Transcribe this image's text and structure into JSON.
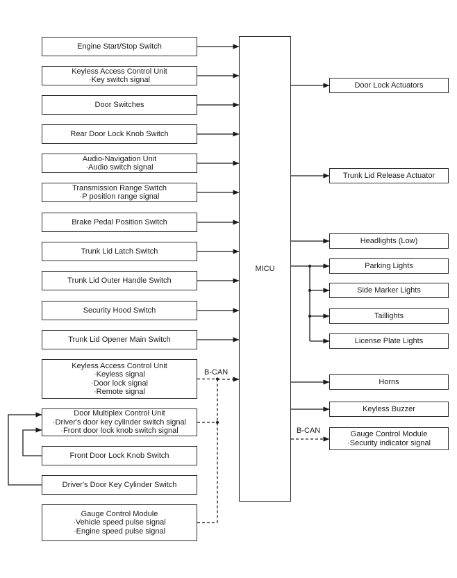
{
  "diagram": {
    "micu_label": "MICU",
    "bcan_label": "B-CAN",
    "inputs": [
      {
        "title": "Engine Start/Stop Switch",
        "signals": []
      },
      {
        "title": "Keyless Access Control Unit",
        "signals": [
          "·Key switch signal"
        ]
      },
      {
        "title": "Door Switches",
        "signals": []
      },
      {
        "title": "Rear Door Lock Knob Switch",
        "signals": []
      },
      {
        "title": "Audio-Navigation Unit",
        "signals": [
          "·Audio switch signal"
        ]
      },
      {
        "title": "Transmission Range Switch",
        "signals": [
          "·P position range signal"
        ]
      },
      {
        "title": "Brake Pedal Position Switch",
        "signals": []
      },
      {
        "title": "Trunk Lid Latch Switch",
        "signals": []
      },
      {
        "title": "Trunk Lid Outer Handle Switch",
        "signals": []
      },
      {
        "title": "Security Hood Switch",
        "signals": []
      },
      {
        "title": "Trunk Lid Opener Main Switch",
        "signals": []
      },
      {
        "title": "Keyless Access Control Unit",
        "signals": [
          "·Keyless signal",
          "·Door lock signal",
          "·Remote signal"
        ]
      },
      {
        "title": "Door Multiplex Control Unit",
        "signals": [
          "·Driver's door key cylinder switch signal",
          "·Front door lock knob switch signal"
        ]
      },
      {
        "title": "Front Door Lock Knob Switch",
        "signals": []
      },
      {
        "title": "Driver's Door Key Cylinder Switch",
        "signals": []
      },
      {
        "title": "Gauge Control Module",
        "signals": [
          "·Vehicle speed pulse signal",
          "·Engine speed pulse signal"
        ]
      }
    ],
    "outputs": [
      {
        "title": "Door Lock Actuators",
        "signals": []
      },
      {
        "title": "Trunk Lid Release Actuator",
        "signals": []
      },
      {
        "title": "Headlights (Low)",
        "signals": []
      },
      {
        "title": "Parking Lights",
        "signals": []
      },
      {
        "title": "Side Marker Lights",
        "signals": []
      },
      {
        "title": "Taillights",
        "signals": []
      },
      {
        "title": "License Plate Lights",
        "signals": []
      },
      {
        "title": "Horns",
        "signals": []
      },
      {
        "title": "Keyless Buzzer",
        "signals": []
      },
      {
        "title": "Gauge Control Module",
        "signals": [
          "·Security indicator signal"
        ]
      }
    ]
  }
}
